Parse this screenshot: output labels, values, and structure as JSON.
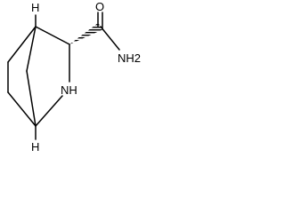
{
  "molecule": {
    "atoms": {
      "h_top": "H",
      "h_bottom": "H",
      "nh": "NH",
      "nh2": "NH2",
      "o": "O"
    },
    "colors": {
      "bond": "#000000",
      "label": "#000000",
      "background": "#ffffff"
    }
  }
}
